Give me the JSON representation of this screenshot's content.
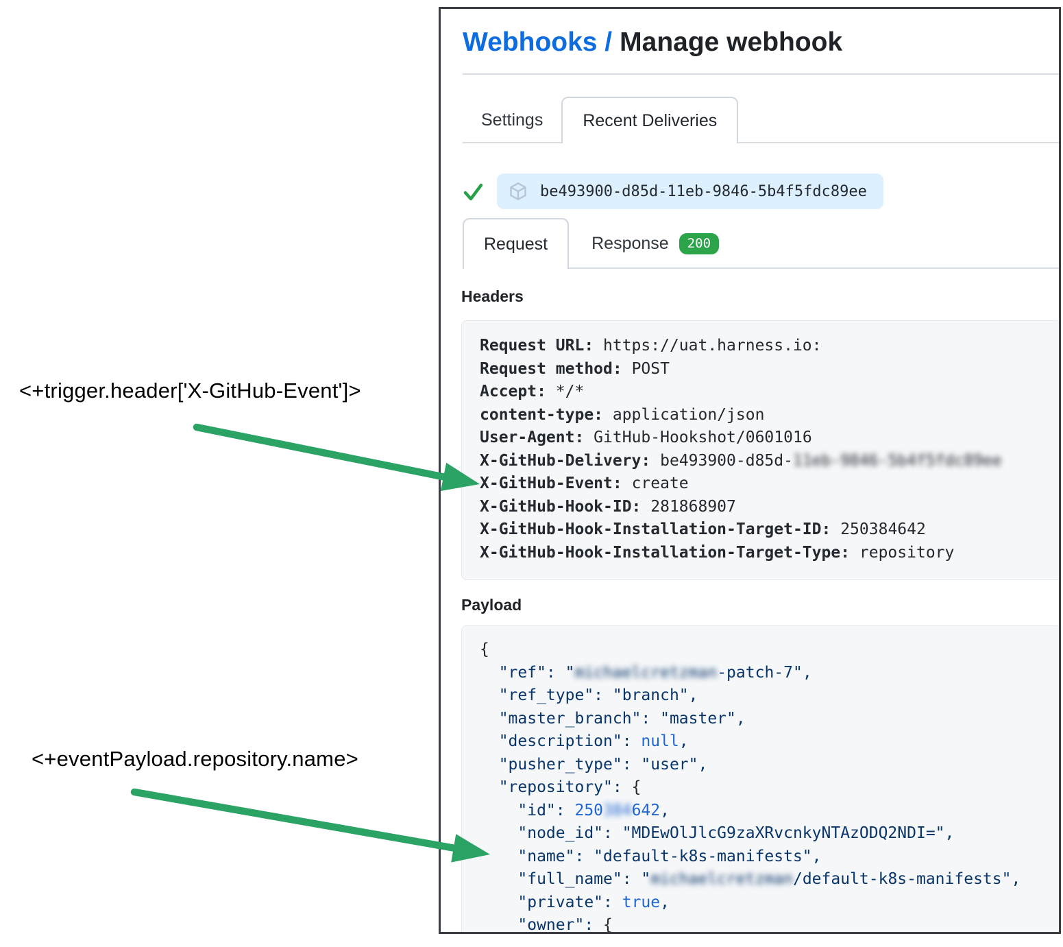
{
  "annotations": {
    "trigger_expr": "<+trigger.header['X-GitHub-Event']>",
    "payload_expr": "<+eventPayload.repository.name>",
    "arrow_color": "#2aa364"
  },
  "header": {
    "breadcrumb": "Webhooks /",
    "title": "Manage webhook"
  },
  "tabs": [
    {
      "label": "Settings"
    },
    {
      "label": "Recent Deliveries"
    }
  ],
  "delivery": {
    "guid": "be493900-d85d-11eb-9846-5b4f5fdc89ee",
    "status_icon": "check-icon",
    "item_icon": "package-icon"
  },
  "subtabs": {
    "request_label": "Request",
    "response_label": "Response",
    "response_status": "200"
  },
  "sections": {
    "headers_title": "Headers",
    "payload_title": "Payload"
  },
  "colors": {
    "link_blue": "#0d6ce0",
    "success_green": "#26a148",
    "badge_green": "#2ba44a",
    "pill_blue": "#ddf0ff",
    "code_bg": "#f5f7f9",
    "json_navy": "#0a3569",
    "json_blue": "#2166d1"
  },
  "header_lines": [
    [
      {
        "t": "Request URL:",
        "c": "k"
      },
      {
        "t": " https://uat.harness.io:",
        "c": "v"
      }
    ],
    [
      {
        "t": "Request method:",
        "c": "k"
      },
      {
        "t": " POST",
        "c": "v"
      }
    ],
    [
      {
        "t": "Accept:",
        "c": "k"
      },
      {
        "t": " */*",
        "c": "v"
      }
    ],
    [
      {
        "t": "content-type:",
        "c": "k"
      },
      {
        "t": " application/json",
        "c": "v"
      }
    ],
    [
      {
        "t": "User-Agent:",
        "c": "k"
      },
      {
        "t": " GitHub-Hookshot/0601016",
        "c": "v"
      }
    ],
    [
      {
        "t": "X-GitHub-Delivery:",
        "c": "k"
      },
      {
        "t": " be493900-d85d-",
        "c": "v"
      },
      {
        "t": "11eb-9846-5b4f5fdc89ee",
        "c": "vb"
      }
    ],
    [
      {
        "t": "X-GitHub-Event:",
        "c": "k"
      },
      {
        "t": " create",
        "c": "v"
      }
    ],
    [
      {
        "t": "X-GitHub-Hook-ID:",
        "c": "k"
      },
      {
        "t": " 281868907",
        "c": "v"
      }
    ],
    [
      {
        "t": "X-GitHub-Hook-Installation-Target-ID:",
        "c": "k"
      },
      {
        "t": " 250384642",
        "c": "v"
      }
    ],
    [
      {
        "t": "X-GitHub-Hook-Installation-Target-Type:",
        "c": "k"
      },
      {
        "t": " repository",
        "c": "v"
      }
    ]
  ],
  "payload_lines": [
    [
      {
        "t": "{",
        "c": "p"
      }
    ],
    [
      {
        "t": "  \"ref\": \"",
        "c": "s"
      },
      {
        "t": "michaelcretzman",
        "c": "sb"
      },
      {
        "t": "-patch-7\",",
        "c": "s"
      }
    ],
    [
      {
        "t": "  \"ref_type\": \"branch\",",
        "c": "s"
      }
    ],
    [
      {
        "t": "  \"master_branch\": \"master\",",
        "c": "s"
      }
    ],
    [
      {
        "t": "  \"description\": ",
        "c": "s"
      },
      {
        "t": "null",
        "c": "n"
      },
      {
        "t": ",",
        "c": "s"
      }
    ],
    [
      {
        "t": "  \"pusher_type\": \"user\",",
        "c": "s"
      }
    ],
    [
      {
        "t": "  \"repository\": ",
        "c": "s"
      },
      {
        "t": "{",
        "c": "p"
      }
    ],
    [
      {
        "t": "    \"id\": ",
        "c": "s"
      },
      {
        "t": "250",
        "c": "n"
      },
      {
        "t": "384",
        "c": "nb"
      },
      {
        "t": "642",
        "c": "n"
      },
      {
        "t": ",",
        "c": "s"
      }
    ],
    [
      {
        "t": "    \"node_id\": \"MDEwOlJlcG9zaXRvcnkyNTAzODQ2NDI=\",",
        "c": "s"
      }
    ],
    [
      {
        "t": "    \"name\": \"default-k8s-manifests\",",
        "c": "s"
      }
    ],
    [
      {
        "t": "    \"full_name\": \"",
        "c": "s"
      },
      {
        "t": "michaelcretzman",
        "c": "sb"
      },
      {
        "t": "/default-k8s-manifests\",",
        "c": "s"
      }
    ],
    [
      {
        "t": "    \"private\": ",
        "c": "s"
      },
      {
        "t": "true",
        "c": "n"
      },
      {
        "t": ",",
        "c": "s"
      }
    ],
    [
      {
        "t": "    \"owner\": ",
        "c": "s"
      },
      {
        "t": "{",
        "c": "p"
      }
    ]
  ]
}
